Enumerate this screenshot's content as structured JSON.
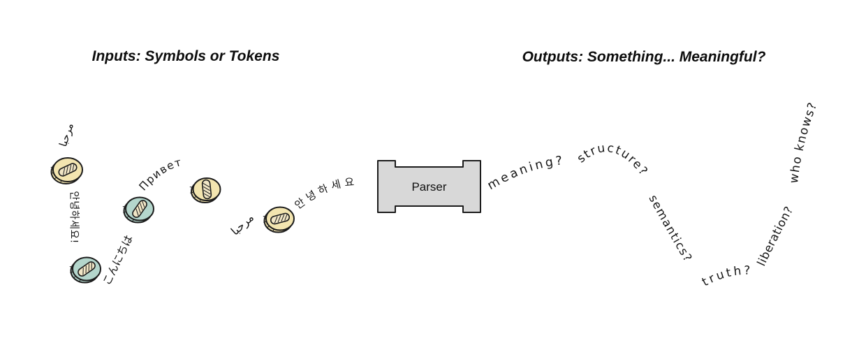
{
  "titles": {
    "inputs": "Inputs: Symbols or Tokens",
    "outputs": "Outputs: Something... Meaningful?"
  },
  "parser": {
    "label": "Parser"
  },
  "input_tokens": {
    "arabic_top": "مرحبا",
    "russian": "Привет",
    "korean_vertical": "안녕하세요!",
    "japanese": "こんにちは",
    "arabic_mid": "مرحبا",
    "korean_arc": "안녕하세요"
  },
  "output_words": {
    "meaning": "meaning?",
    "structure": "structure?",
    "semantics": "semantics?",
    "truth": "truth?",
    "liberation": "liberation?",
    "who_knows": "who knows?"
  },
  "colors": {
    "coin_yellow": "#f3e5b0",
    "coin_teal": "#b4d6cc",
    "coin_slot": "#f1e6c6",
    "parser_fill": "#d8d8d8",
    "ink": "#1b1b1b"
  }
}
